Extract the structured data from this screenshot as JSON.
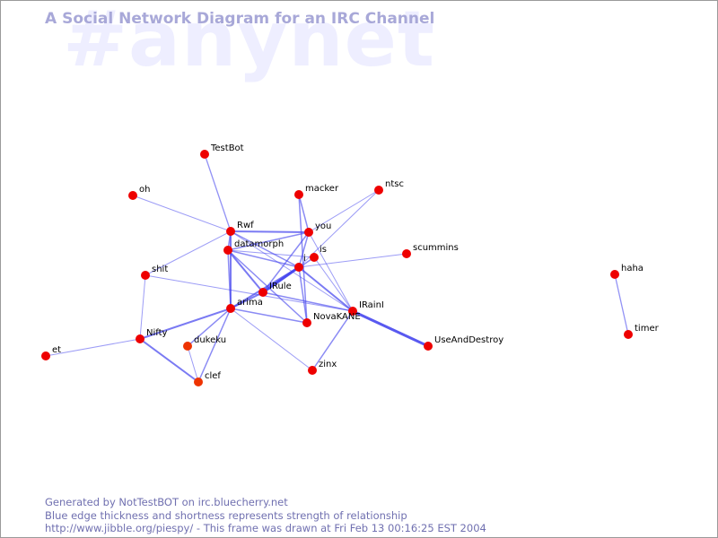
{
  "header": {
    "watermark": "#anynet",
    "title": "A Social Network Diagram for an IRC Channel"
  },
  "footer": {
    "line1": "Generated by NotTestBOT on irc.bluecherry.net",
    "line2": "Blue edge thickness and shortness represents strength of relationship",
    "line3": "http://www.jibble.org/piespy/ - This frame was drawn at Fri Feb 13 00:16:25 EST 2004"
  },
  "colors": {
    "node": "#ee0000",
    "node_alt": "#ee3300",
    "edge": "#4444ee",
    "title": "#a8a8d8",
    "watermark": "#eeeeff"
  },
  "graph": {
    "nodes": [
      {
        "id": "TestBot",
        "label": "TestBot"
      },
      {
        "id": "oh",
        "label": "oh"
      },
      {
        "id": "macker",
        "label": "macker"
      },
      {
        "id": "ntsc",
        "label": "ntsc"
      },
      {
        "id": "Rwf",
        "label": "Rwf"
      },
      {
        "id": "you",
        "label": "you"
      },
      {
        "id": "datamorph",
        "label": "datamorph"
      },
      {
        "id": "is",
        "label": "is"
      },
      {
        "id": "scummins",
        "label": "scummins"
      },
      {
        "id": "i",
        "label": "i"
      },
      {
        "id": "shit",
        "label": "shit"
      },
      {
        "id": "IRule",
        "label": "IRule"
      },
      {
        "id": "arima",
        "label": "arima"
      },
      {
        "id": "IRainI",
        "label": "IRainI"
      },
      {
        "id": "NovaKANE",
        "label": "NovaKANE"
      },
      {
        "id": "UseAndDestroy",
        "label": "UseAndDestroy"
      },
      {
        "id": "Nifty",
        "label": "Nifty"
      },
      {
        "id": "dukeku",
        "label": "dukeku"
      },
      {
        "id": "et",
        "label": "et"
      },
      {
        "id": "zinx",
        "label": "zinx"
      },
      {
        "id": "clef",
        "label": "clef"
      },
      {
        "id": "haha",
        "label": "haha"
      },
      {
        "id": "timer",
        "label": "timer"
      }
    ],
    "edges": [
      {
        "source": "TestBot",
        "target": "Rwf",
        "weight": 1.3
      },
      {
        "source": "oh",
        "target": "Rwf",
        "weight": 1
      },
      {
        "source": "Rwf",
        "target": "you",
        "weight": 2
      },
      {
        "source": "Rwf",
        "target": "datamorph",
        "weight": 1.5
      },
      {
        "source": "Rwf",
        "target": "i",
        "weight": 1.5
      },
      {
        "source": "Rwf",
        "target": "IRainI",
        "weight": 1
      },
      {
        "source": "Rwf",
        "target": "shit",
        "weight": 1
      },
      {
        "source": "Rwf",
        "target": "arima",
        "weight": 2
      },
      {
        "source": "macker",
        "target": "you",
        "weight": 1.5
      },
      {
        "source": "macker",
        "target": "NovaKANE",
        "weight": 1.5
      },
      {
        "source": "ntsc",
        "target": "you",
        "weight": 1
      },
      {
        "source": "ntsc",
        "target": "i",
        "weight": 1
      },
      {
        "source": "you",
        "target": "datamorph",
        "weight": 1.5
      },
      {
        "source": "you",
        "target": "i",
        "weight": 1.5
      },
      {
        "source": "you",
        "target": "IRainI",
        "weight": 1
      },
      {
        "source": "you",
        "target": "IRule",
        "weight": 1.5
      },
      {
        "source": "datamorph",
        "target": "i",
        "weight": 1.5
      },
      {
        "source": "datamorph",
        "target": "is",
        "weight": 1
      },
      {
        "source": "datamorph",
        "target": "IRule",
        "weight": 2
      },
      {
        "source": "datamorph",
        "target": "arima",
        "weight": 1.5
      },
      {
        "source": "datamorph",
        "target": "NovaKANE",
        "weight": 1.5
      },
      {
        "source": "is",
        "target": "IRainI",
        "weight": 1
      },
      {
        "source": "is",
        "target": "IRule",
        "weight": 1.5
      },
      {
        "source": "i",
        "target": "scummins",
        "weight": 1
      },
      {
        "source": "i",
        "target": "IRule",
        "weight": 3
      },
      {
        "source": "i",
        "target": "IRainI",
        "weight": 2
      },
      {
        "source": "i",
        "target": "NovaKANE",
        "weight": 1.5
      },
      {
        "source": "i",
        "target": "arima",
        "weight": 2
      },
      {
        "source": "shit",
        "target": "Nifty",
        "weight": 1
      },
      {
        "source": "shit",
        "target": "IRainI",
        "weight": 1
      },
      {
        "source": "IRule",
        "target": "arima",
        "weight": 2
      },
      {
        "source": "IRule",
        "target": "IRainI",
        "weight": 1.5
      },
      {
        "source": "IRainI",
        "target": "UseAndDestroy",
        "weight": 3
      },
      {
        "source": "IRainI",
        "target": "zinx",
        "weight": 1.5
      },
      {
        "source": "arima",
        "target": "NovaKANE",
        "weight": 1.5
      },
      {
        "source": "arima",
        "target": "Nifty",
        "weight": 2
      },
      {
        "source": "arima",
        "target": "clef",
        "weight": 1.5
      },
      {
        "source": "arima",
        "target": "dukeku",
        "weight": 1.5
      },
      {
        "source": "arima",
        "target": "zinx",
        "weight": 1
      },
      {
        "source": "Nifty",
        "target": "et",
        "weight": 1
      },
      {
        "source": "Nifty",
        "target": "clef",
        "weight": 2
      },
      {
        "source": "dukeku",
        "target": "clef",
        "weight": 1
      },
      {
        "source": "haha",
        "target": "timer",
        "weight": 1.3
      }
    ]
  }
}
